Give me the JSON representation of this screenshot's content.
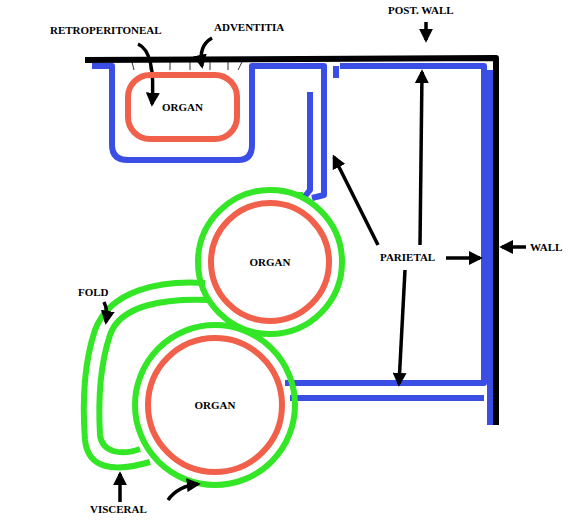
{
  "diagram": {
    "nodes": [
      {
        "text": [
          "ORGAN"
        ]
      },
      {
        "text": [
          "ORGAN"
        ]
      },
      {
        "text": [
          "ORGAN"
        ]
      }
    ],
    "labels": [
      "RETROPERITONEAL",
      "ADVENTITIA",
      "POST. WALL",
      "FOLD",
      "PARIETAL",
      "WALL",
      "VISCERAL"
    ]
  }
}
